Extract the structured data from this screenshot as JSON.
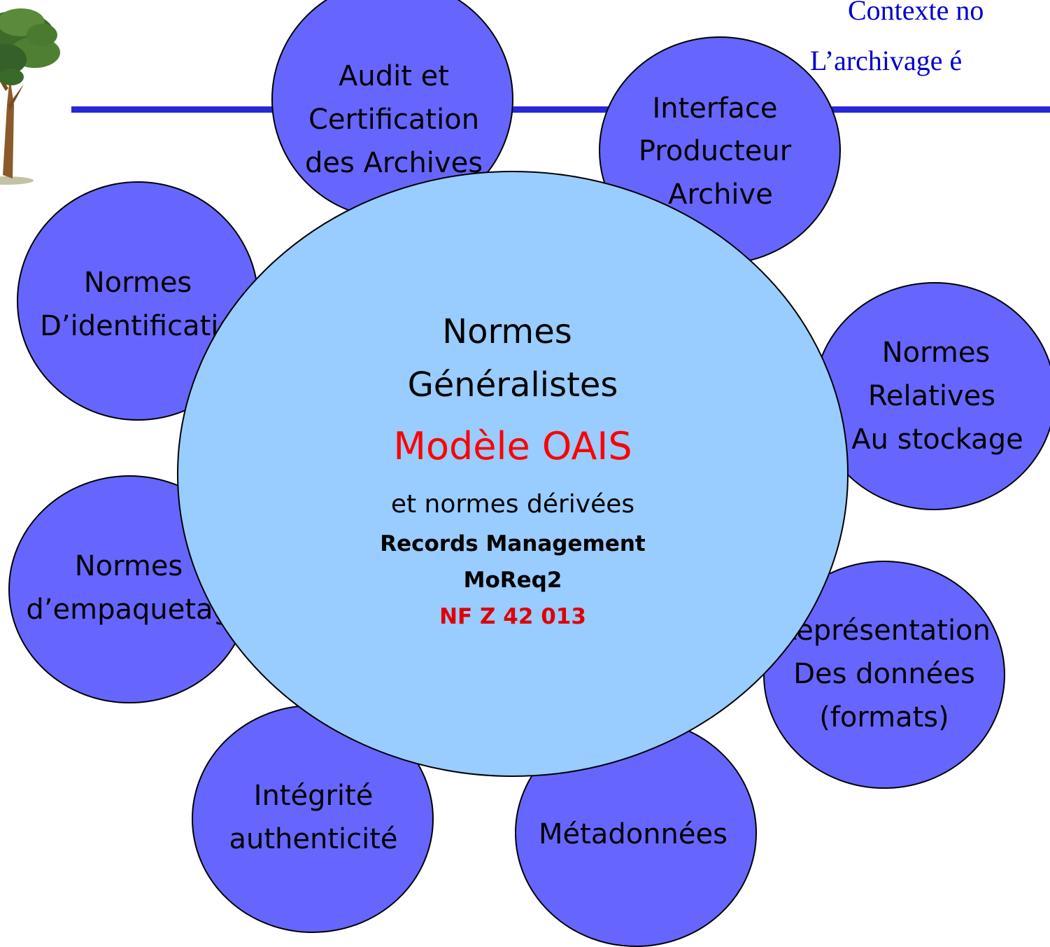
{
  "title": {
    "line1": "Contexte no",
    "line2": "L’archivage é"
  },
  "satellites": {
    "audit": [
      "Audit et",
      "Certification",
      "des Archives"
    ],
    "interface": [
      "Interface",
      "Producteur",
      "Archive"
    ],
    "identification": [
      "Normes",
      "D’identificatio"
    ],
    "stockage": [
      "Normes",
      "Relatives",
      "Au stockage"
    ],
    "empaquetage": [
      "Normes",
      "d’empaquetage"
    ],
    "representation": [
      "Représentation",
      "Des données",
      "(formats)"
    ],
    "integrite": [
      "Intégrité",
      "authenticité"
    ],
    "metadonnees": [
      "Métadonnées"
    ]
  },
  "center": {
    "line1": "Normes",
    "line2": "Généralistes",
    "highlight": "Modèle OAIS",
    "line4": "et normes dérivées",
    "bold1": "Records Management",
    "bold2": "MoReq2",
    "bold_red": "NF Z 42 013"
  },
  "colors": {
    "satellite_fill": "#6666ff",
    "center_fill": "#99ccff",
    "title_rule": "#2828d8",
    "title_text": "#0000cc",
    "highlight_text": "#ff0000"
  }
}
